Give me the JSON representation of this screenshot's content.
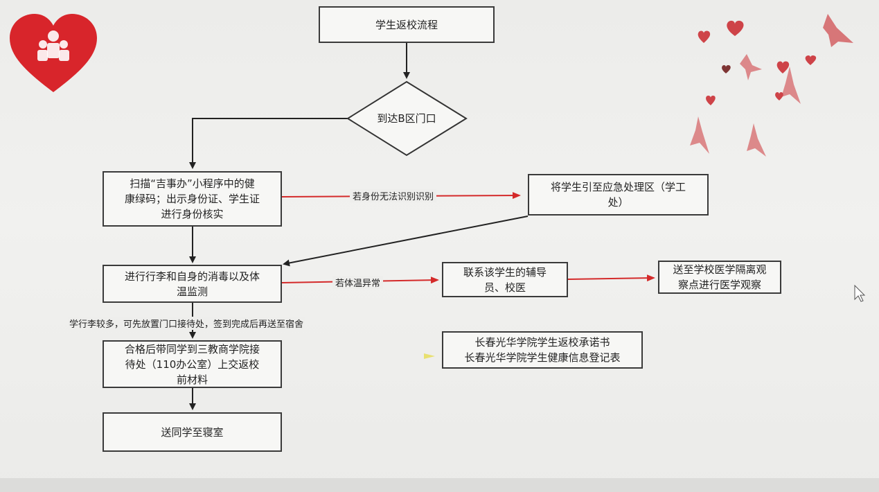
{
  "title": "学生返校流程",
  "decision": "到达B区门口",
  "steps": {
    "scan": "扫描“吉事办”小程序中的健\n康绿码；出示身份证、学生证\n进行身份核实",
    "emergency": "将学生引至应急处理区（学工\n处）",
    "disinfect": "进行行李和自身的消毒以及体\n温监测",
    "contact": "联系该学生的辅导\n员、校医",
    "isolate": "送至学校医学隔离观\n察点进行医学观察",
    "report": "合格后带同学到三教商学院接\n待处（110办公室）上交返校\n前材料",
    "dorm": "送同学至寝室",
    "documents": "长春光华学院学生返校承诺书\n长春光华学院学生健康信息登记表"
  },
  "labels": {
    "id_fail": "若身份无法识别识别",
    "temp_abnormal": "若体温异常",
    "luggage_note": "学行李较多，可先放置门口接待处，签到完成后再送至宿舍"
  },
  "colors": {
    "accent_red": "#d42a2a",
    "line": "#333333",
    "logo_red": "#d8252b"
  }
}
